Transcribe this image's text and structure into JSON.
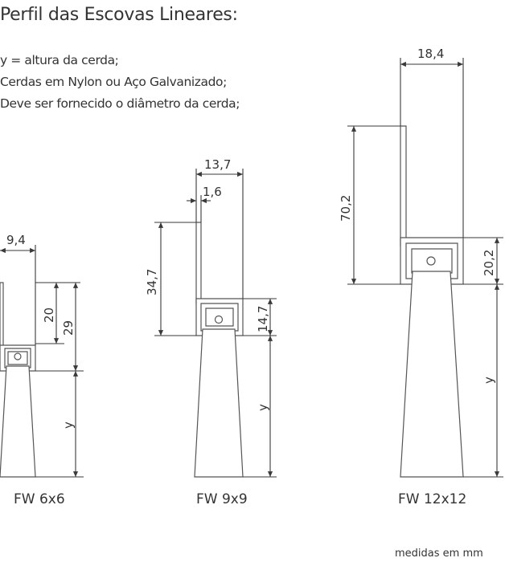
{
  "title": "Perfil das Escovas Lineares:",
  "notes": [
    "y = altura da cerda;",
    "Cerdas em Nylon ou Aço Galvanizado;",
    "Deve ser fornecido o diâmetro da cerda;"
  ],
  "profiles": [
    {
      "name": "FW 6x6",
      "dims": {
        "width": "9,4",
        "height_bristle": "20",
        "height_total": "29",
        "bristle": "y"
      }
    },
    {
      "name": "FW 9x9",
      "dims": {
        "width": "13,7",
        "thickness": "1,6",
        "height_blade": "34,7",
        "height_base": "14,7",
        "bristle": "y"
      }
    },
    {
      "name": "FW 12x12",
      "dims": {
        "width": "18,4",
        "height_blade": "70,2",
        "height_base": "20,2",
        "bristle": "y"
      }
    }
  ],
  "units_note": "medidas em mm"
}
